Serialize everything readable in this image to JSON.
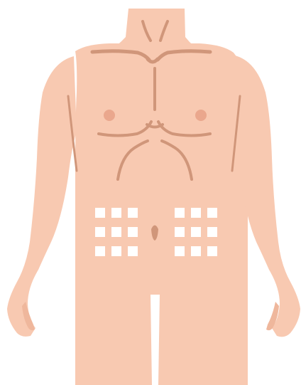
{
  "figure": {
    "subject": "torso-front-view",
    "injection_site_grid": {
      "rows": 3,
      "columns_per_side": 3,
      "sides": [
        "left",
        "right"
      ]
    }
  },
  "colors": {
    "background": "#ffffff",
    "skin": "#f8c9b1",
    "outline": "#d7a27f",
    "line_detail": "#d0967a",
    "nipple": "#eaa78d",
    "site_square": "#ffffff",
    "hand_shadow": "#efb79c"
  }
}
